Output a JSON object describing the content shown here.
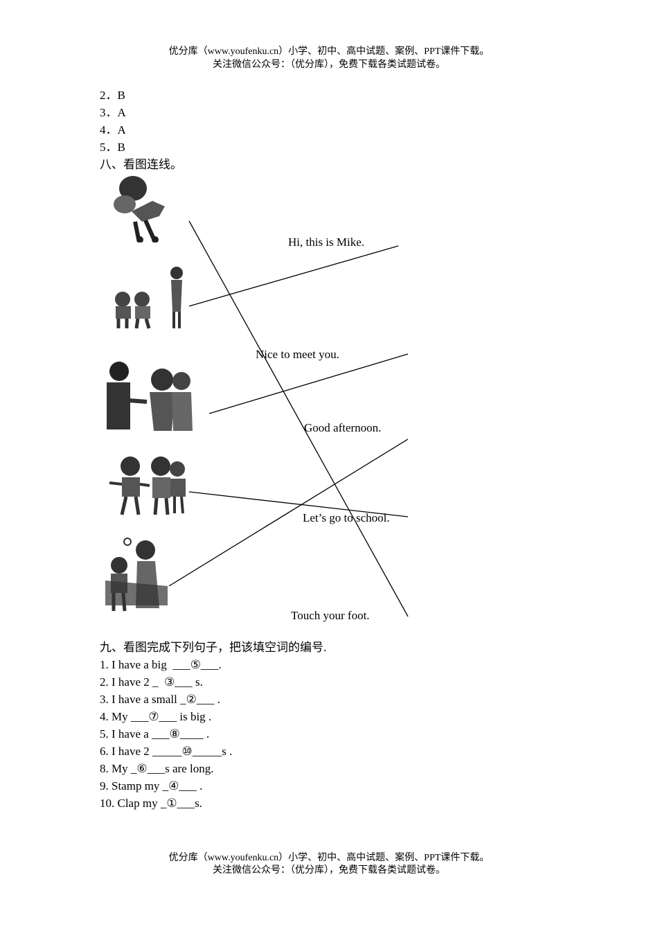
{
  "header": {
    "line1": "优分库（www.youfenku.cn）小学、初中、高中试题、案例、PPT课件下载。",
    "line2": "关注微信公众号：（优分库），免费下载各类试题试卷。"
  },
  "answers_top": [
    "2．B",
    "3．A",
    "4．A",
    "5．B"
  ],
  "section8": {
    "title": "八、看图连线。",
    "sentences": [
      "Hi, this is Mike.",
      "Nice to meet you.",
      "Good afternoon.",
      "Let’s go to school.",
      "Touch your foot."
    ]
  },
  "section9": {
    "title": "九、看图完成下列句子，把该填空词的编号.",
    "items": [
      "1. I have a big  ___⑤___.",
      "2. I have 2 _  ③___ s.",
      "3. I have a small _②___ .",
      "4. My ___⑦___ is big .",
      "5. I have a ___⑧____ .",
      "6. I have 2 _____⑩_____s .",
      "8. My _⑥___s are long.",
      "9. Stamp my _④___ .",
      "10. Clap my _①___s."
    ]
  },
  "footer": {
    "line1": "优分库（www.youfenku.cn）小学、初中、高中试题、案例、PPT课件下载。",
    "line2": "关注微信公众号：（优分库），免费下载各类试题试卷。"
  }
}
